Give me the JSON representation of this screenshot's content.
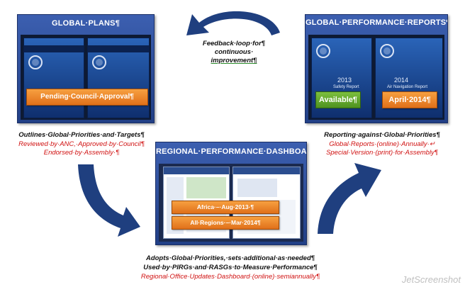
{
  "panels": {
    "global_plans": {
      "title": "GLOBAL·PLANS¶",
      "badge": "Pending·Council·Approval¶"
    },
    "global_performance": {
      "title": "GLOBAL·PERFORMANCE·REPORTS¶",
      "report_2013_year": "2013",
      "report_2013_name": "Safety Report",
      "report_2014_year": "2014",
      "report_2014_name": "Air Navigation Report",
      "badge_available": "Available¶",
      "badge_april": "April·2014¶"
    },
    "regional_performance": {
      "title": "REGIONAL·PERFORMANCE·DASHBOARDS¶",
      "badge_africa": "Africa·–·Aug·2013·¶",
      "badge_all_regions": "All·Regions·–·Mar·2014¶"
    }
  },
  "feedback": {
    "line1": "Feedback·loop·for¶",
    "line2": "continuous·",
    "line3": "improvement¶"
  },
  "captions": {
    "plans_main": "Outlines·Global·Priorities·and·Targets¶",
    "plans_red1": "Reviewed·by·ANC,·Approved·by·Council¶",
    "plans_red2": "Endorsed·by·Assembly·¶",
    "reports_main": "Reporting·against·Global·Priorities¶",
    "reports_red1": "Global·Reports·(online)·Annually·↵",
    "reports_red2": "Special·Version·(print)·for·Assembly¶",
    "regional_main1": "Adopts·Global·Priorities,·sets·additional·as·needed¶",
    "regional_main2": "Used·by·PIRGs·and·RASGs·to·Measure·Performance¶",
    "regional_red": "Regional·Office·Updates·Dashboard·(online)·semiannually¶"
  },
  "watermark": "JetScreenshot",
  "colors": {
    "panel_blue": "#2a4a9b",
    "arrow_blue": "#1f3f7f",
    "badge_orange": "#f08a2a",
    "badge_green": "#5ea82a",
    "caption_red": "#d01010"
  }
}
